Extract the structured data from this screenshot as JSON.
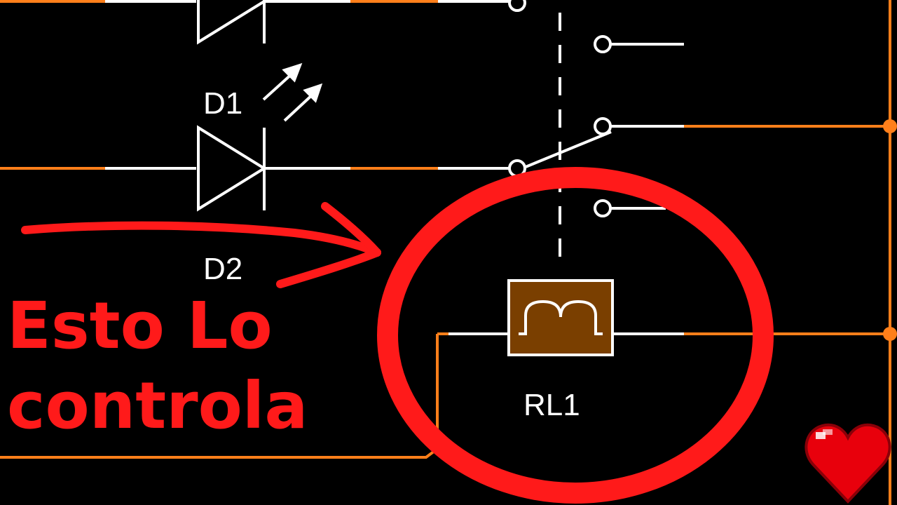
{
  "components": {
    "led_label": "D1",
    "diode_label": "D2",
    "relay_label": "RL1"
  },
  "annotation": {
    "line1": "Esto Lo",
    "line2": "controla"
  },
  "colors": {
    "background": "#000000",
    "wire": "#ff7f1a",
    "component_lead": "#ffffff",
    "relay_fill": "#7a3f00",
    "annotation": "#ff1a1a",
    "heart": "#e8000c"
  },
  "icons": {
    "heart": "pixel-heart-icon",
    "arrow": "hand-drawn-arrow-icon",
    "circle": "hand-drawn-circle-highlight"
  }
}
